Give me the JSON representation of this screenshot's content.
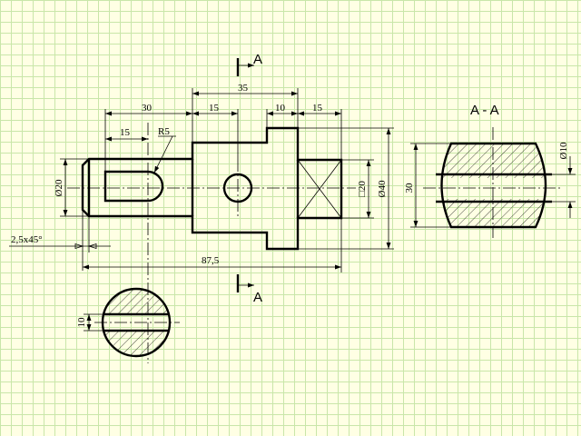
{
  "colors": {
    "background": "#ffffe4",
    "grid": "#c9e6a9",
    "ink": "#000000"
  },
  "section_marks": {
    "top": "A",
    "bottom": "A"
  },
  "section_view": {
    "title": "A - A"
  },
  "dimensions": {
    "top_overall": "35",
    "left_length": "30",
    "hole_offset": "15",
    "flange_width": "10",
    "square_length": "15",
    "slot_offset": "15",
    "slot_radius": "R5",
    "shank_diameter": "Ø20",
    "square_size": "□20",
    "flange_diameter": "Ø40",
    "chamfer": "2,5x45°",
    "total_length": "87,5",
    "section_height": "30",
    "hole_diameter": "Ø10",
    "slot_width": "10"
  }
}
